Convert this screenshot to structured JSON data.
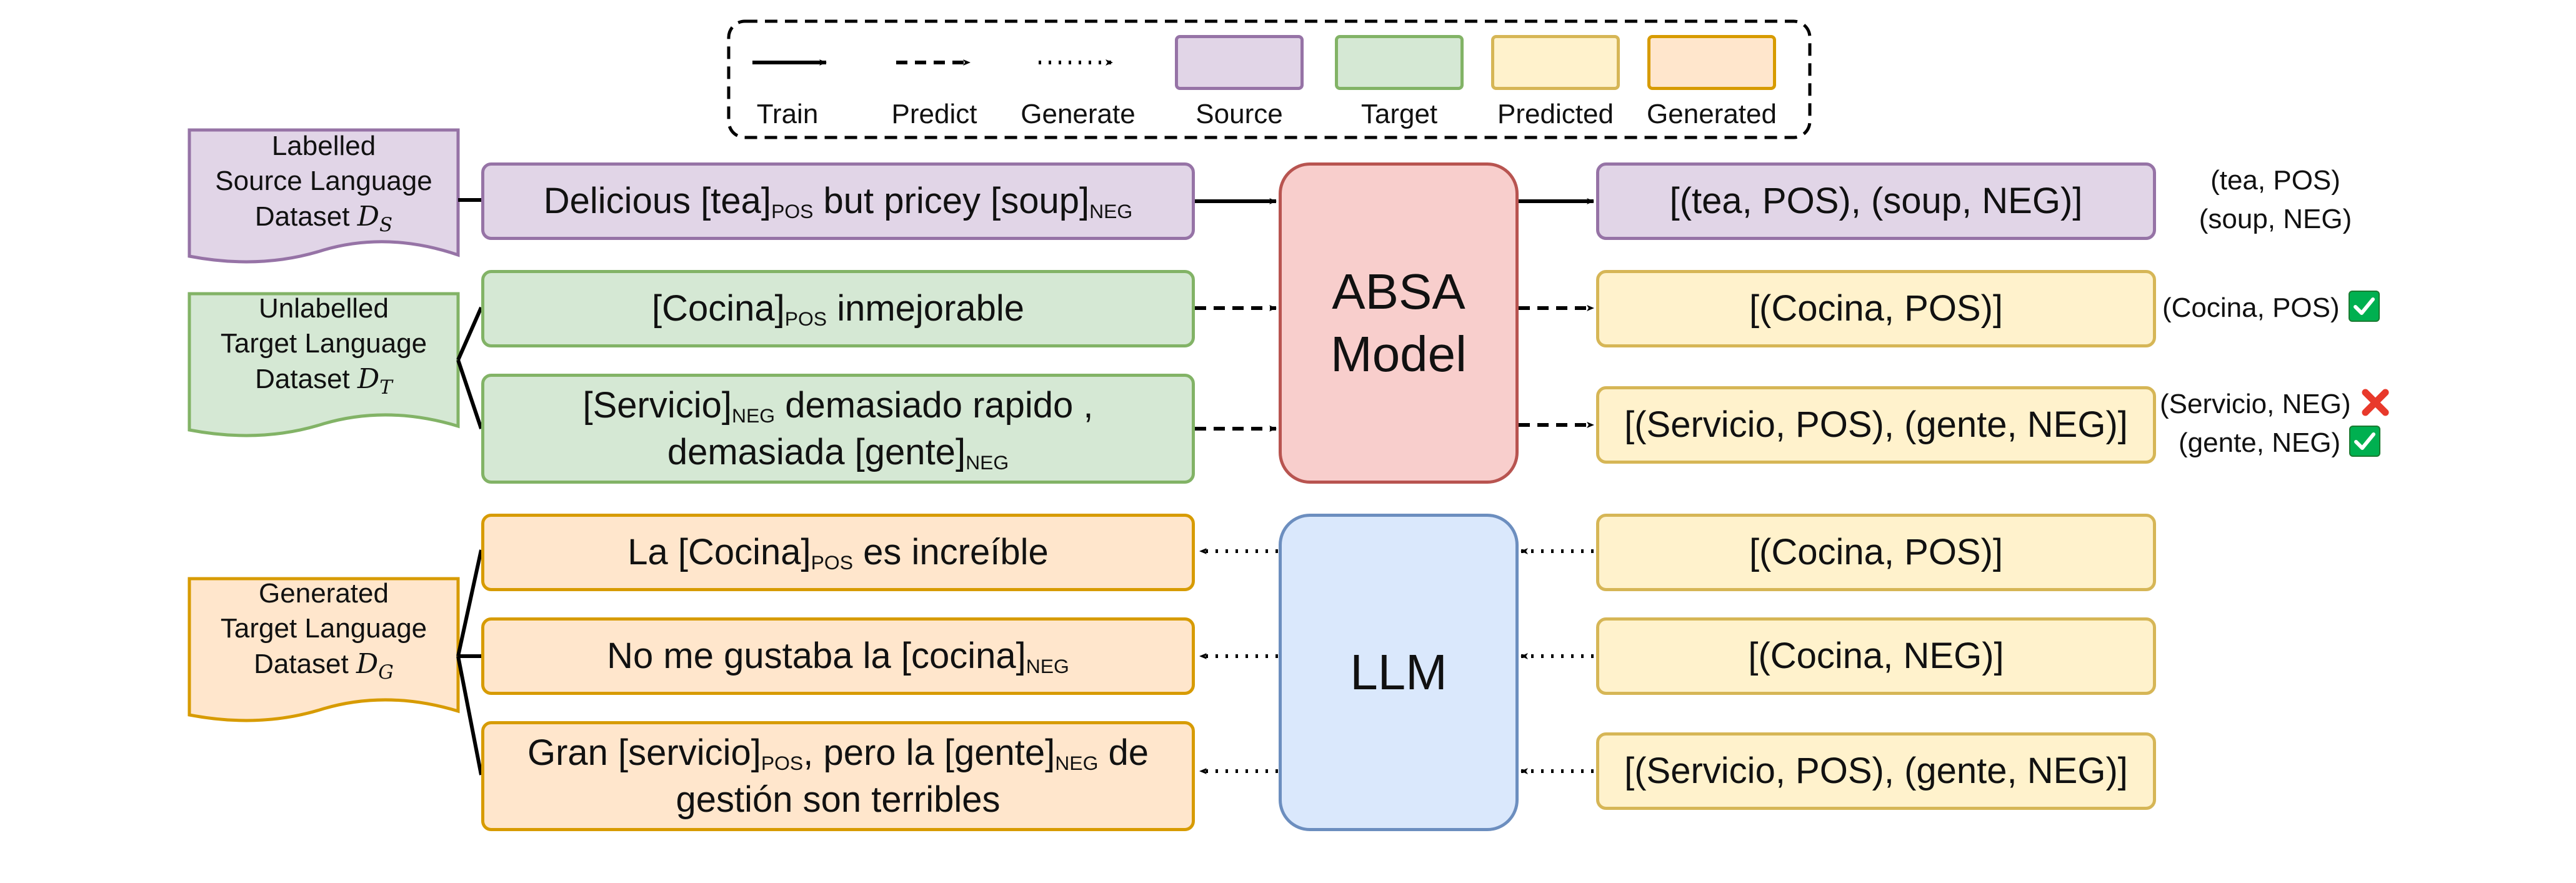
{
  "legend": {
    "lines": [
      {
        "label": "Train",
        "style": "solid"
      },
      {
        "label": "Predict",
        "style": "dashed"
      },
      {
        "label": "Generate",
        "style": "dotted"
      }
    ],
    "colors": [
      {
        "label": "Source",
        "fill": "#e1d5e7",
        "stroke": "#9673a6"
      },
      {
        "label": "Target",
        "fill": "#d5e8d4",
        "stroke": "#82b366"
      },
      {
        "label": "Predicted",
        "fill": "#fff2cc",
        "stroke": "#d6b656"
      },
      {
        "label": "Generated",
        "fill": "#ffe6cc",
        "stroke": "#d79b00"
      }
    ]
  },
  "datasets": {
    "source": {
      "line1": "Labelled",
      "line2": "Source Language",
      "line3": "Dataset",
      "symbol": "D",
      "sub": "S"
    },
    "target": {
      "line1": "Unlabelled",
      "line2": "Target Language",
      "line3": "Dataset",
      "symbol": "D",
      "sub": "T"
    },
    "generated": {
      "line1": "Generated",
      "line2": "Target Language",
      "line3": "Dataset",
      "symbol": "D",
      "sub": "G"
    }
  },
  "inputs": {
    "src1": {
      "t1": "Delicious [tea]",
      "s1": "POS",
      "t2": " but pricey [soup]",
      "s2": "NEG"
    },
    "tgt1": {
      "t1": "[Cocina]",
      "s1": "POS",
      "t2": " inmejorable"
    },
    "tgt2": {
      "t1": "[Servicio]",
      "s1": "NEG",
      "t2": " demasiado rapido ,",
      "t3": "demasiada [gente]",
      "s3": "NEG"
    },
    "gen1": {
      "t1": "La [Cocina]",
      "s1": "POS",
      "t2": " es increíble"
    },
    "gen2": {
      "t1": "No me gustaba la [cocina]",
      "s1": "NEG"
    },
    "gen3": {
      "t1": "Gran [servicio]",
      "s1": "POS",
      "t2": ", pero la [gente]",
      "s2": "NEG",
      "t3": " de",
      "t4": "gestión son terribles"
    }
  },
  "models": {
    "absa": {
      "line1": "ABSA",
      "line2": "Model"
    },
    "llm": {
      "label": "LLM"
    }
  },
  "outputs": {
    "out1": "[(tea, POS), (soup, NEG)]",
    "out2": "[(Cocina, POS)]",
    "out3": "[(Servicio, POS), (gente, NEG)]",
    "llm_in1": "[(Cocina, POS)]",
    "llm_in2": "[(Cocina, NEG)]",
    "llm_in3": "[(Servicio, POS), (gente, NEG)]"
  },
  "gold": {
    "g1": "(tea, POS)",
    "g2": "(soup, NEG)",
    "g3": "(Cocina, POS)",
    "g4": "(Servicio, NEG)",
    "g5": "(gente, NEG)"
  },
  "marks": {
    "correct_color": "#00b050",
    "wrong_color": "#e8392b"
  }
}
